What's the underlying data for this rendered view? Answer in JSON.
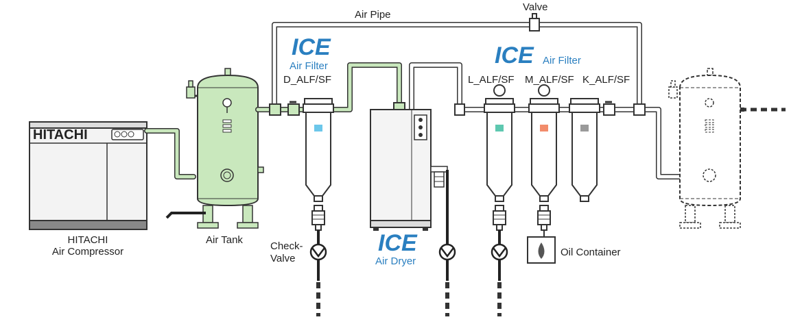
{
  "labels": {
    "air_pipe": "Air Pipe",
    "valve": "Valve",
    "air_tank": "Air Tank",
    "compressor_brand": "HITACHI",
    "compressor_line1": "HITACHI",
    "compressor_line2": "Air Compressor",
    "check_valve_line1": "Check-",
    "check_valve_line2": "Valve",
    "oil_container": "Oil Container"
  },
  "ice": {
    "brand": "ICE",
    "filter_left_sub": "Air Filter",
    "filter_right_sub": "Air Filter",
    "dryer_sub": "Air Dryer"
  },
  "filters": {
    "d": "D_ALF/SF",
    "l": "L_ALF/SF",
    "m": "M_ALF/SF",
    "k": "K_ALF/SF"
  },
  "colors": {
    "ice_blue": "#2a7fc0",
    "tank_green": "#c9e8bd",
    "filter_d_tag": "#6cc7ea",
    "filter_l_tag": "#5ec8b0",
    "filter_m_tag": "#f28c6b",
    "filter_k_tag": "#9a9a9a"
  }
}
